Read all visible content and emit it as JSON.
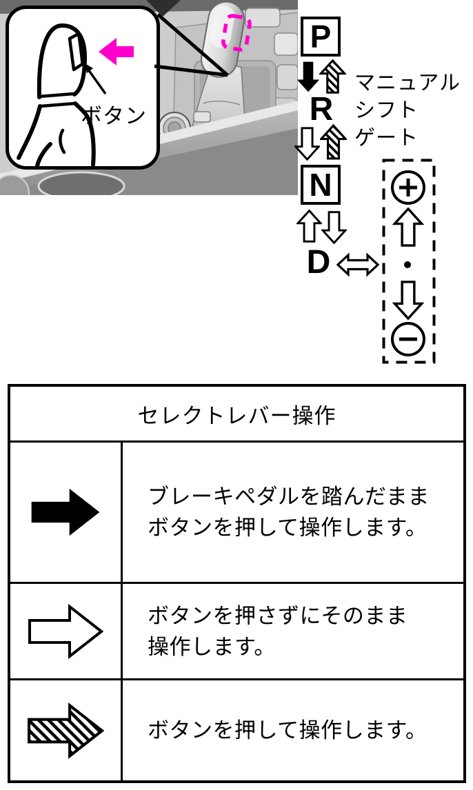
{
  "illustration": {
    "callout": {
      "button_label": "ボタン"
    },
    "highlight_color": "#FF00CC",
    "icons": {
      "magenta_left_arrow": "press-button-direction-arrow",
      "pointer_arrow": "button-pointer-arrow",
      "highlight_box": "shift-knob-button-highlight"
    }
  },
  "shift_gate": {
    "positions": [
      "P",
      "R",
      "N",
      "D"
    ],
    "label_lines": [
      "マニュアル",
      "シフト",
      "ゲート"
    ],
    "plus_symbol": "+",
    "minus_symbol": "−",
    "dot_symbol": "・",
    "icons": {
      "solid_black_arrow": "brake-and-button-shift",
      "hatched_arrow": "button-shift",
      "outline_arrow": "free-shift",
      "double_arrow": "lateral-shift"
    }
  },
  "table": {
    "title": "セレクトレバー操作",
    "rows": [
      {
        "icon": "solid-black-right-arrow",
        "line1": "ブレーキペダルを踏んだまま",
        "line2": "ボタンを押して操作します。"
      },
      {
        "icon": "outline-right-arrow",
        "line1": "ボタンを押さずにそのまま",
        "line2": "操作します。"
      },
      {
        "icon": "hatched-right-arrow",
        "line1": "ボタンを押して操作します。",
        "line2": ""
      }
    ]
  }
}
